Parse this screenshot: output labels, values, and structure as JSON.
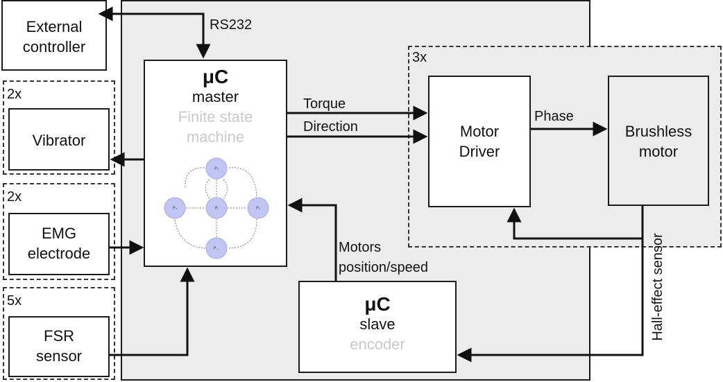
{
  "external_controller": {
    "line1": "External",
    "line2": "controller"
  },
  "vibrator_group": {
    "count": "2x",
    "label": "Vibrator"
  },
  "emg_group": {
    "count": "2x",
    "line1": "EMG",
    "line2": "electrode"
  },
  "fsr_group": {
    "count": "5x",
    "line1": "FSR",
    "line2": "sensor"
  },
  "rs232_label": "RS232",
  "master": {
    "title": "μC",
    "role": "master",
    "sub1": "Finite state",
    "sub2": "machine"
  },
  "fsm_states": [
    "P₁",
    "Pₓ",
    "R",
    "P₁",
    "P..."
  ],
  "torque_label": "Torque",
  "direction_label": "Direction",
  "driver_group": {
    "count": "3x",
    "line1": "Motor",
    "line2": "Driver"
  },
  "phase_label": "Phase",
  "motor": {
    "line1": "Brushless",
    "line2": "motor"
  },
  "motors_label": {
    "line1": "Motors",
    "line2": "position/speed"
  },
  "slave": {
    "title": "μC",
    "role": "slave",
    "sub": "encoder"
  },
  "hall_label": "Hall-effect sensor"
}
